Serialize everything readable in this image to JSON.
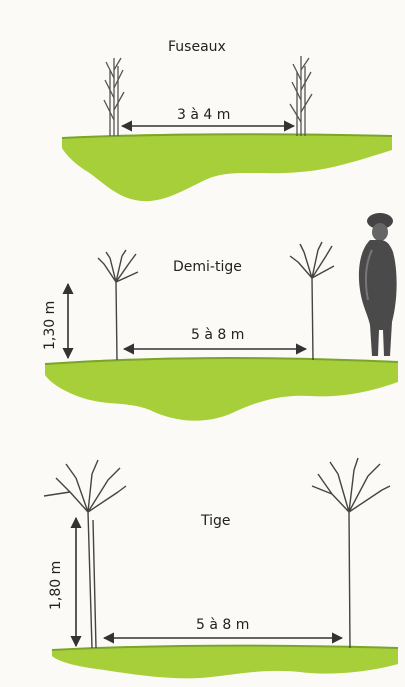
{
  "sections": [
    {
      "title": "Fuseaux",
      "spacing": "3 à 4 m"
    },
    {
      "title": "Demi-tige",
      "spacing": "5 à 8 m",
      "height": "1,30 m"
    },
    {
      "title": "Tige",
      "spacing": "5 à 8 m",
      "height": "1,80 m"
    }
  ],
  "colors": {
    "grass": "#9acd32",
    "grass_dark": "#7fb020",
    "ink": "#333333"
  }
}
